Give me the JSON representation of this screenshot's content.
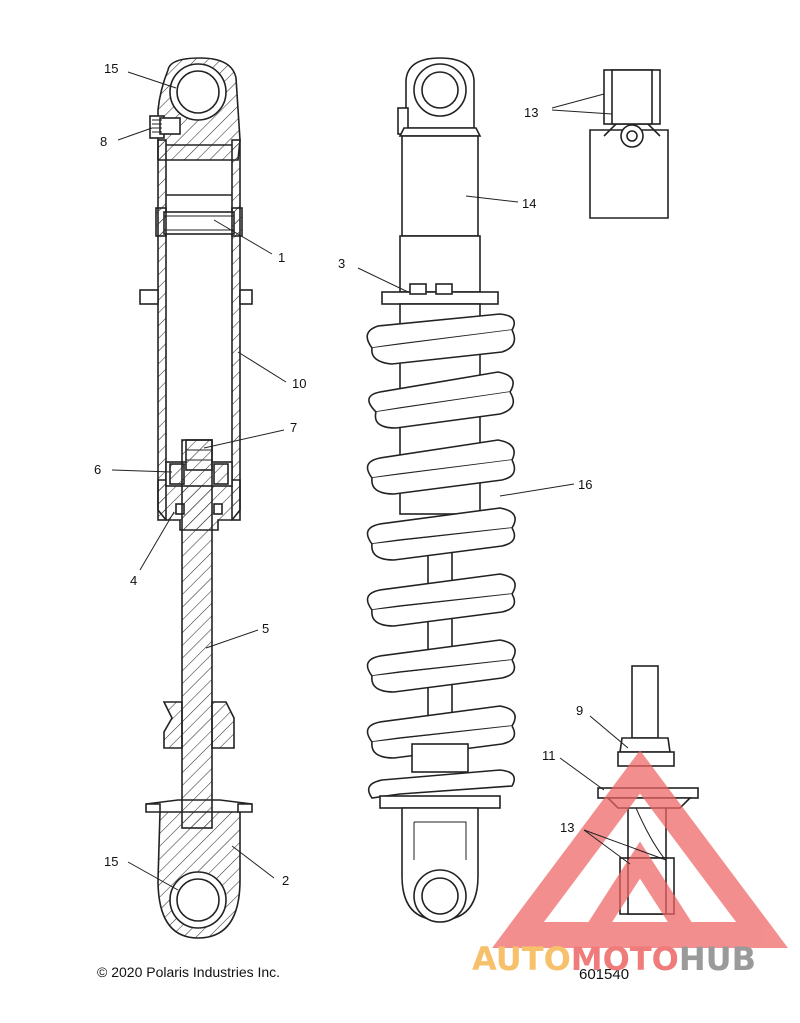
{
  "callouts": {
    "c15_top": "15",
    "c8": "8",
    "c1": "1",
    "c10": "10",
    "c7": "7",
    "c6": "6",
    "c4": "4",
    "c5": "5",
    "c15_bottom": "15",
    "c2": "2",
    "c3": "3",
    "c14": "14",
    "c16": "16",
    "c13_top": "13",
    "c9": "9",
    "c11": "11",
    "c13_bottom": "13"
  },
  "footer": {
    "copyright": "© 2020 Polaris Industries Inc.",
    "part_number": "601540"
  },
  "watermark": {
    "part1": "AUTO",
    "part2": "MOTO",
    "part3": "HUB",
    "colors": {
      "yellow": "#f7c16b",
      "red": "#ef7b7b",
      "gray": "#9a9a9a"
    }
  }
}
